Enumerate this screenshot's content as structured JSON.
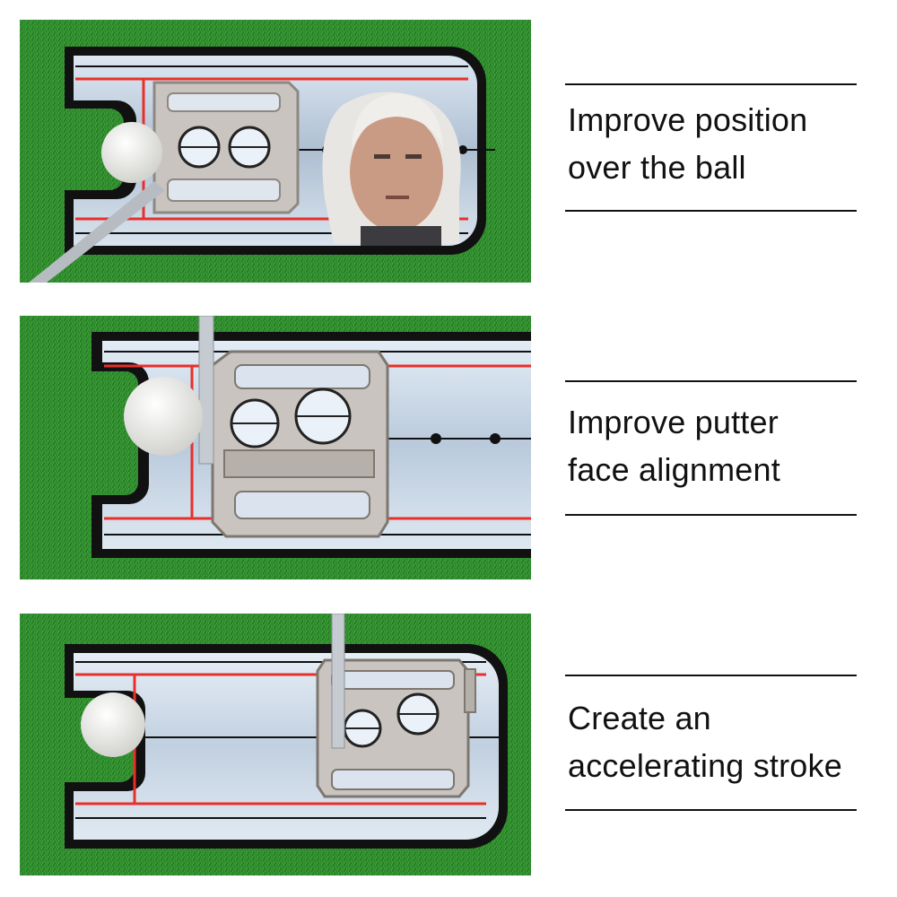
{
  "colors": {
    "turf": "#2e8a2c",
    "turf_dark": "#1f6a1f",
    "mirror": "#cfdcea",
    "mirror_light": "#eaf1f8",
    "red_line": "#e8302a",
    "black": "#111111",
    "putter": "#c9c4bf",
    "ball": "#f4f4f2"
  },
  "features": [
    {
      "line1": "Improve position",
      "line2": "over the ball"
    },
    {
      "line1": "Improve putter",
      "line2": "face alignment"
    },
    {
      "line1": "Create an",
      "line2": "accelerating stroke"
    }
  ],
  "photos": [
    {
      "icon": "putting-mirror-photo-face-reflection"
    },
    {
      "icon": "putting-mirror-photo-putter-closeup"
    },
    {
      "icon": "putting-mirror-photo-stroke"
    }
  ]
}
